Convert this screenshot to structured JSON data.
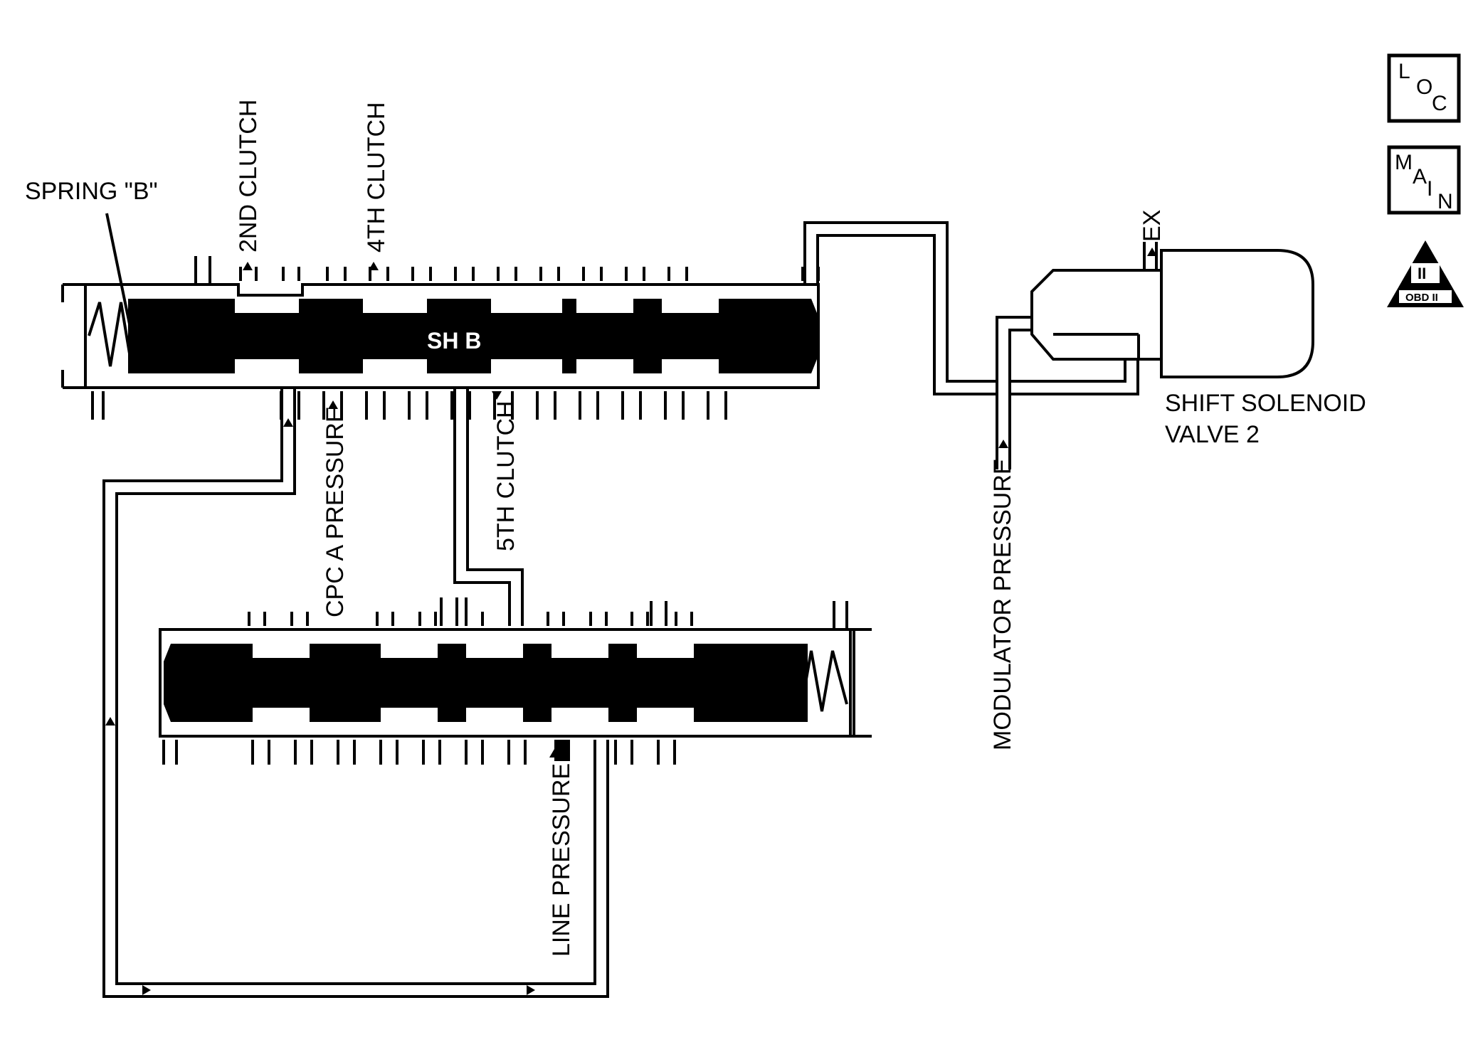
{
  "labels": {
    "spring_b": "SPRING \"B\"",
    "second_clutch": "2ND CLUTCH",
    "fourth_clutch": "4TH CLUTCH",
    "fifth_clutch": "5TH CLUTCH",
    "cpc_a_pressure": "CPC A PRESSURE",
    "line_pressure": "LINE PRESSURE",
    "modulator_pressure": "MODULATOR PRESSURE",
    "spool_name": "SH B",
    "ex": "EX",
    "solenoid_line1": "SHIFT SOLENOID",
    "solenoid_line2": "VALVE 2"
  },
  "badges": {
    "loc": {
      "l1": "L",
      "l2": "O",
      "l3": "C"
    },
    "main": {
      "l1": "M",
      "l2": "A",
      "l3": "I",
      "l4": "N"
    },
    "obd": {
      "numeral": "II",
      "text": "OBD II"
    }
  },
  "icons": [
    "loc-badge-icon",
    "main-badge-icon",
    "obd-ii-triangle-icon"
  ]
}
